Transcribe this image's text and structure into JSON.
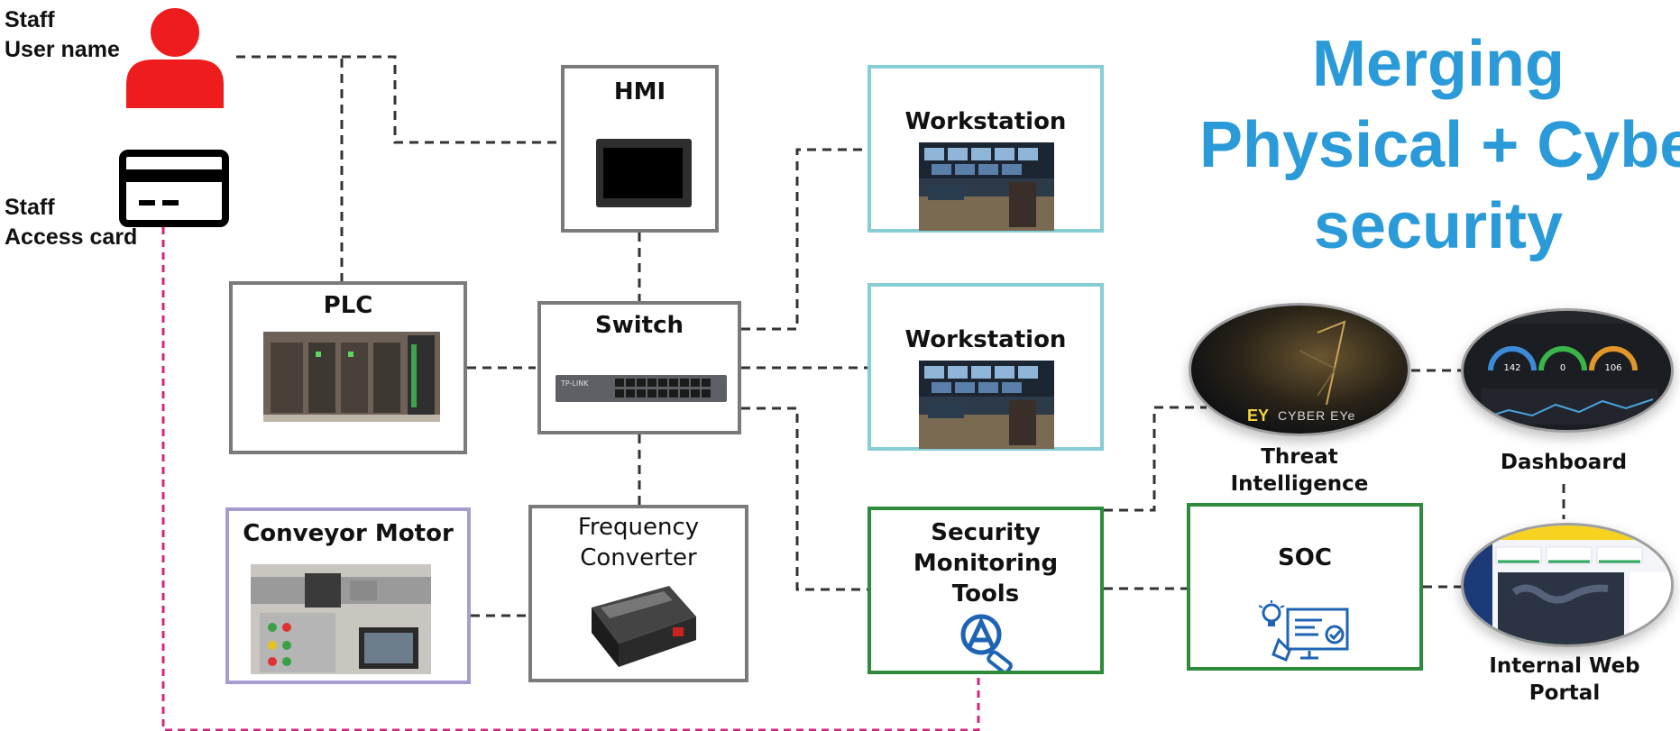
{
  "title": {
    "line1": "Merging",
    "line2": "Physical + Cyber",
    "line3": "security"
  },
  "people": {
    "user": {
      "line1": "Staff",
      "line2": "User name"
    },
    "card": {
      "line1": "Staff",
      "line2": "Access card"
    }
  },
  "nodes": {
    "hmi": "HMI",
    "plc": "PLC",
    "switch": "Switch",
    "workstation1": "Workstation",
    "workstation2": "Workstation",
    "conveyor": "Conveyor Motor",
    "freq_line1": "Frequency",
    "freq_line2": "Converter",
    "smt_line1": "Security",
    "smt_line2": "Monitoring",
    "smt_line3": "Tools",
    "soc": "SOC",
    "threat_line1": "Threat",
    "threat_line2": "Intelligence",
    "dashboard": "Dashboard",
    "portal_line1": "Internal Web",
    "portal_line2": "Portal",
    "ey_brand": "EY",
    "ey_product": "CYBER EYe",
    "switch_brand": "TP-LINK"
  },
  "dashboard_readouts": [
    "142",
    "0",
    "106"
  ],
  "colors": {
    "title": "#2b9ad8",
    "person_icon": "#ee1c1c",
    "access_link": "#d9247a",
    "network_link": "#333333",
    "box_gray": "#7a7a7a",
    "box_teal": "#86cdd4",
    "box_green": "#2e8b3c",
    "box_purple": "#a89bd0"
  },
  "icons": [
    "user-icon",
    "access-card-icon",
    "security-tools-icon",
    "soc-monitor-icon",
    "lightbulb-icon"
  ]
}
